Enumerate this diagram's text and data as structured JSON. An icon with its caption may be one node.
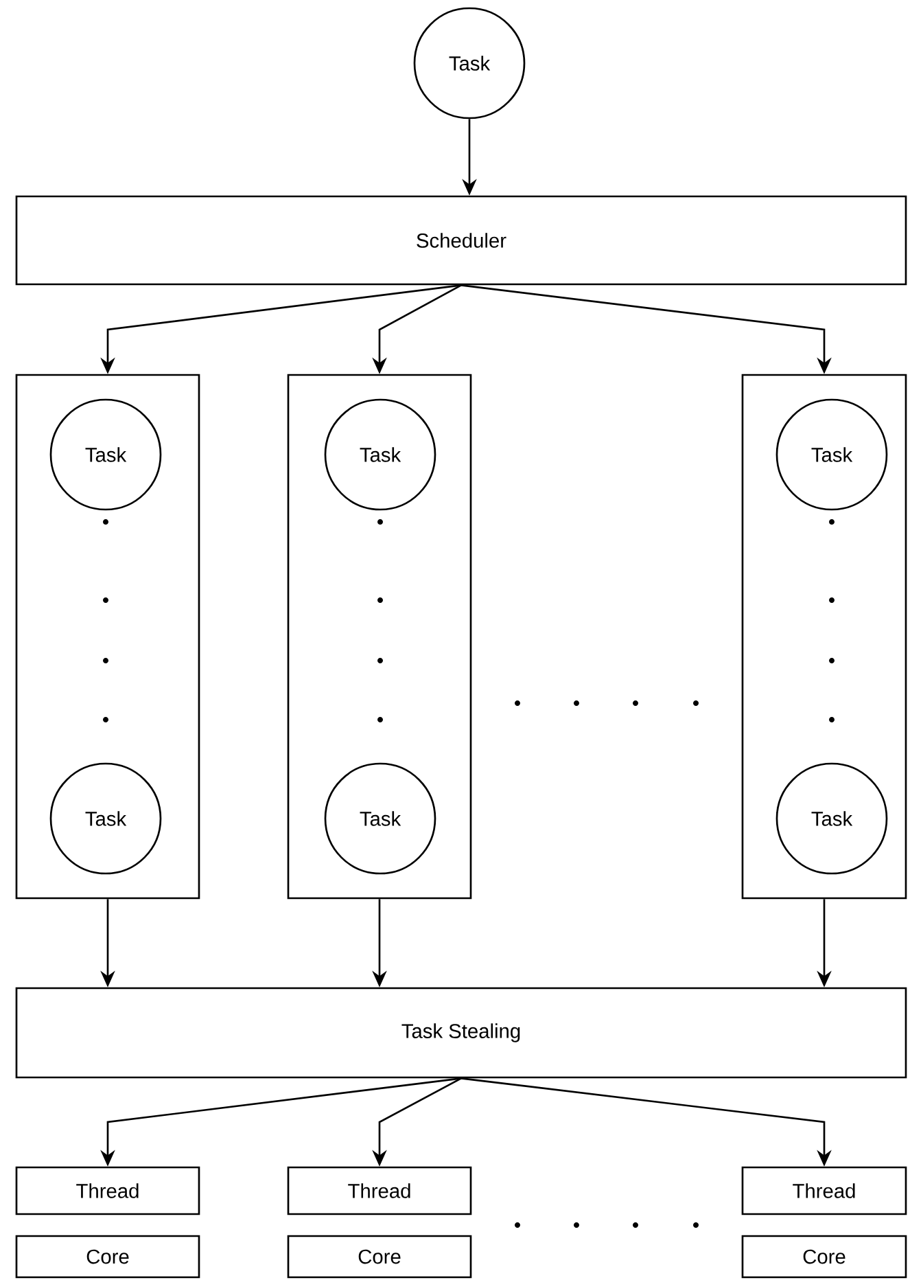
{
  "diagram": {
    "nodes": [
      {
        "text": [
          "Task"
        ]
      },
      {
        "text": [
          "Scheduler"
        ]
      },
      {
        "text": [],
        "shape": "box"
      },
      {
        "text": [
          "Task"
        ],
        "in": 2
      },
      {
        "text": [
          "Task"
        ],
        "in": 2
      },
      {
        "text": [],
        "shape": "box"
      },
      {
        "text": [
          "Task"
        ],
        "in": 5
      },
      {
        "text": [
          "Task"
        ],
        "in": 5
      },
      {
        "text": [],
        "shape": "box"
      },
      {
        "text": [
          "Task"
        ],
        "in": 8
      },
      {
        "text": [
          "Task"
        ],
        "in": 8
      },
      {
        "text": [
          "Task Stealing"
        ]
      },
      {
        "text": [
          "Thread"
        ]
      },
      {
        "text": [
          "Thread"
        ]
      },
      {
        "text": [
          "Thread"
        ]
      },
      {
        "text": [
          "Core"
        ]
      },
      {
        "text": [
          "Core"
        ]
      },
      {
        "text": [
          "Core"
        ]
      }
    ],
    "edges": [
      {
        "from": 0,
        "to": 1,
        "arrow": "to"
      },
      {
        "from": 1,
        "to": 2,
        "arrow": "to"
      },
      {
        "from": 1,
        "to": 5,
        "arrow": "to"
      },
      {
        "from": 1,
        "to": 8,
        "arrow": "to"
      },
      {
        "from": 2,
        "to": 11,
        "arrow": "to"
      },
      {
        "from": 5,
        "to": 11,
        "arrow": "to"
      },
      {
        "from": 8,
        "to": 11,
        "arrow": "to"
      },
      {
        "from": 11,
        "to": 12,
        "arrow": "to"
      },
      {
        "from": 11,
        "to": 13,
        "arrow": "to"
      },
      {
        "from": 11,
        "to": 14,
        "arrow": "to"
      }
    ]
  }
}
